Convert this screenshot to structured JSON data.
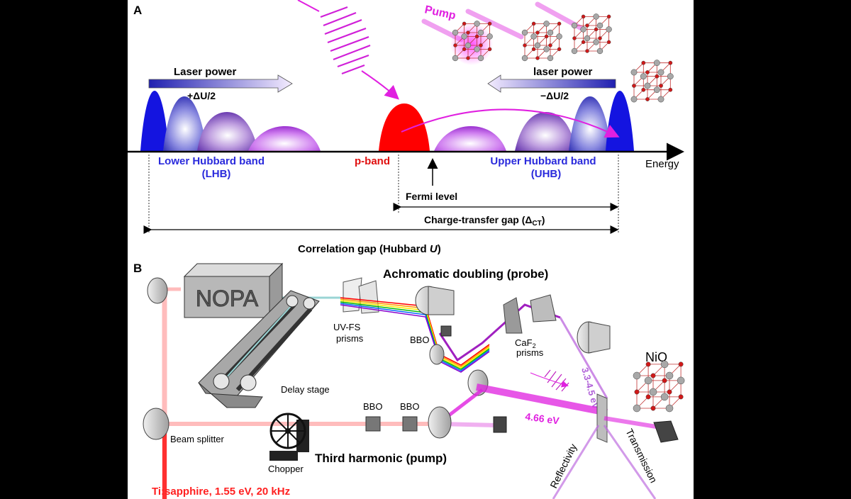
{
  "panel_a": {
    "letter": "A",
    "pump": "Pump",
    "laser_power_left": "Laser power",
    "delta_left": "+ΔU/2",
    "laser_power_right": "laser power",
    "delta_right": "−ΔU/2",
    "energy": "Energy",
    "lhb_line1": "Lower Hubbard band",
    "lhb_line2": "(LHB)",
    "pband": "p-band",
    "uhb_line1": "Upper Hubbard band",
    "uhb_line2": "(UHB)",
    "fermi": "Fermi level",
    "ct_gap": "Charge-transfer gap (Δ",
    "ct_sub": "CT",
    "ct_close": ")",
    "corr_gap": "Correlation gap (Hubbard ",
    "corr_u": "U",
    "corr_close": ")",
    "colors": {
      "lhb": "#1e1ee6",
      "pband": "#ff0000",
      "pump": "#cc22cc",
      "uhb": "#1e1ee6",
      "label_blue": "#2a2adc",
      "label_red": "#e01010"
    }
  },
  "panel_b": {
    "letter": "B",
    "nopa": "NOPA",
    "title_probe": "Achromatic doubling (probe)",
    "uvfs_1": "UV-FS",
    "uvfs_2": "prisms",
    "bbo_probe": "BBO",
    "caf_1": "CaF",
    "caf_sub": "2",
    "caf_2": "prisms",
    "probe_range": "3.3-4.5 eV",
    "nio": "NiO",
    "delay_stage": "Delay stage",
    "bbo_1": "BBO",
    "bbo_2": "BBO",
    "pump_energy": "4.66 eV",
    "beam_splitter": "Beam splitter",
    "title_pump": "Third harmonic (pump)",
    "chopper": "Chopper",
    "reflectivity": "Reflectivity",
    "transmission": "Transmission",
    "laser_source": "Ti:sapphire, 1.55 eV, 20 kHz",
    "colors": {
      "laser": "#ff2a2a",
      "pump_beam": "#e020e0",
      "probe_beam": "#c070e0"
    }
  }
}
